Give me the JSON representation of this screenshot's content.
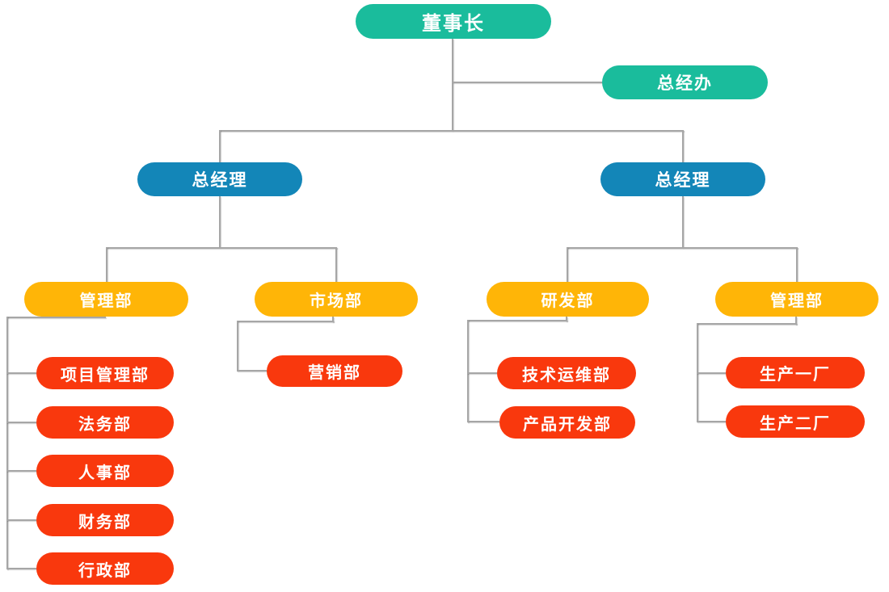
{
  "diagram": {
    "type": "org-chart",
    "background": "#FFFFFF"
  },
  "colors": {
    "chairman": "#1ABC9C",
    "general_manager": "#1386B8",
    "department": "#FFB507",
    "sub_department": "#F9380D",
    "connector": "#A6A6A6",
    "text": "#FFFFFF"
  },
  "nodes": {
    "chairman": "董事长",
    "gm_office": "总经办",
    "gm_left": "总经理",
    "gm_right": "总经理",
    "dept_mgmt_left": "管理部",
    "dept_market": "市场部",
    "dept_rd": "研发部",
    "dept_mgmt_right": "管理部",
    "mgmt_left_children": [
      "项目管理部",
      "法务部",
      "人事部",
      "财务部",
      "行政部"
    ],
    "market_children": [
      "营销部"
    ],
    "rd_children": [
      "技术运维部",
      "产品开发部"
    ],
    "mgmt_right_children": [
      "生产一厂",
      "生产二厂"
    ]
  },
  "org_tree": {
    "label": "董事长",
    "children": [
      {
        "label": "总经办"
      },
      {
        "label": "总经理",
        "children": [
          {
            "label": "管理部",
            "children": [
              {
                "label": "项目管理部"
              },
              {
                "label": "法务部"
              },
              {
                "label": "人事部"
              },
              {
                "label": "财务部"
              },
              {
                "label": "行政部"
              }
            ]
          },
          {
            "label": "市场部",
            "children": [
              {
                "label": "营销部"
              }
            ]
          }
        ]
      },
      {
        "label": "总经理",
        "children": [
          {
            "label": "研发部",
            "children": [
              {
                "label": "技术运维部"
              },
              {
                "label": "产品开发部"
              }
            ]
          },
          {
            "label": "管理部",
            "children": [
              {
                "label": "生产一厂"
              },
              {
                "label": "生产二厂"
              }
            ]
          }
        ]
      }
    ]
  }
}
